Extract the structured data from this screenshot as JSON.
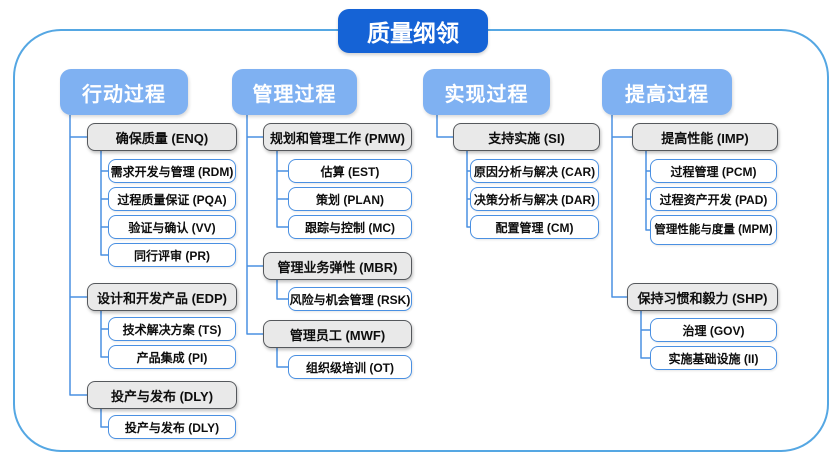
{
  "title": "质量纲领",
  "colors": {
    "title_fill": "#1563d6",
    "header_fill": "#7fb1f2",
    "connector": "#4a90e2",
    "outer_border": "#55a7e3",
    "group_fill": "#e9e9e9",
    "group_border": "#55585c",
    "leaf_border": "#4a90e2"
  },
  "columns": [
    {
      "header": "行动过程",
      "groups": [
        {
          "label": "确保质量 (ENQ)",
          "children": [
            "需求开发与管理 (RDM)",
            "过程质量保证 (PQA)",
            "验证与确认 (VV)",
            "同行评审 (PR)"
          ]
        },
        {
          "label": "设计和开发产品 (EDP)",
          "children": [
            "技术解决方案 (TS)",
            "产品集成 (PI)"
          ]
        },
        {
          "label": "投产与发布 (DLY)",
          "children": [
            "投产与发布 (DLY)"
          ]
        }
      ]
    },
    {
      "header": "管理过程",
      "groups": [
        {
          "label": "规划和管理工作 (PMW)",
          "children": [
            "估算 (EST)",
            "策划 (PLAN)",
            "跟踪与控制 (MC)"
          ]
        },
        {
          "label": "管理业务弹性 (MBR)",
          "children": [
            "风险与机会管理 (RSK)"
          ]
        },
        {
          "label": "管理员工 (MWF)",
          "children": [
            "组织级培训 (OT)"
          ]
        }
      ]
    },
    {
      "header": "实现过程",
      "groups": [
        {
          "label": "支持实施 (SI)",
          "children": [
            "原因分析与解决 (CAR)",
            "决策分析与解决 (DAR)",
            "配置管理 (CM)"
          ]
        }
      ]
    },
    {
      "header": "提高过程",
      "groups": [
        {
          "label": "提高性能 (IMP)",
          "children": [
            "过程管理 (PCM)",
            "过程资产开发 (PAD)",
            "管理性能与度量 (MPM)"
          ]
        },
        {
          "label": "保持习惯和毅力 (SHP)",
          "children": [
            "治理 (GOV)",
            "实施基础设施 (II)"
          ]
        }
      ]
    }
  ]
}
